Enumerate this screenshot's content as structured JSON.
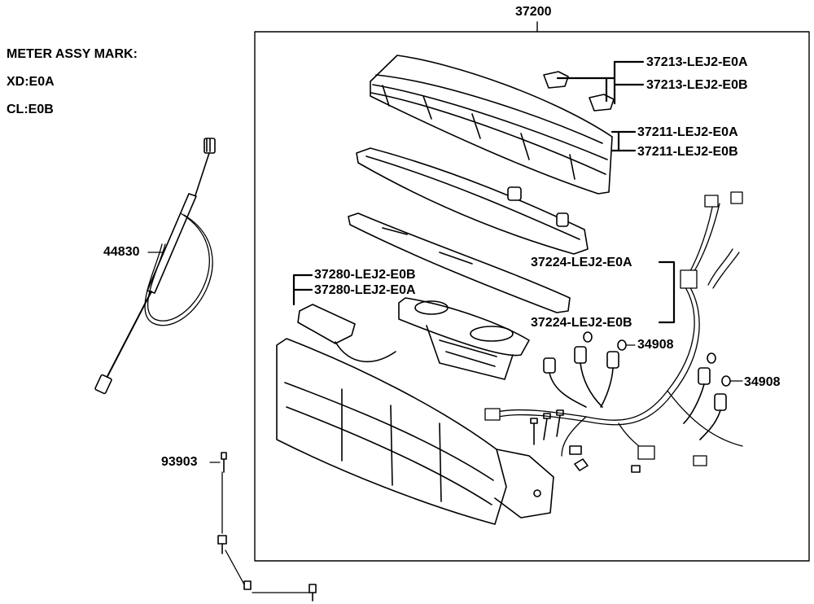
{
  "title": "",
  "assembly_number": "37200",
  "meter_note": {
    "heading": "METER ASSY MARK:",
    "line1": "XD:E0A",
    "line2": "CL:E0B"
  },
  "callouts": {
    "p37213a": "37213-LEJ2-E0A",
    "p37213b": "37213-LEJ2-E0B",
    "p37211a": "37211-LEJ2-E0A",
    "p37211b": "37211-LEJ2-E0B",
    "p37224a": "37224-LEJ2-E0A",
    "p37224b": "37224-LEJ2-E0B",
    "p37280b": "37280-LEJ2-E0B",
    "p37280a": "37280-LEJ2-E0A",
    "p34908_1": "34908",
    "p34908_2": "34908",
    "p44830": "44830",
    "p93903": "93903"
  }
}
